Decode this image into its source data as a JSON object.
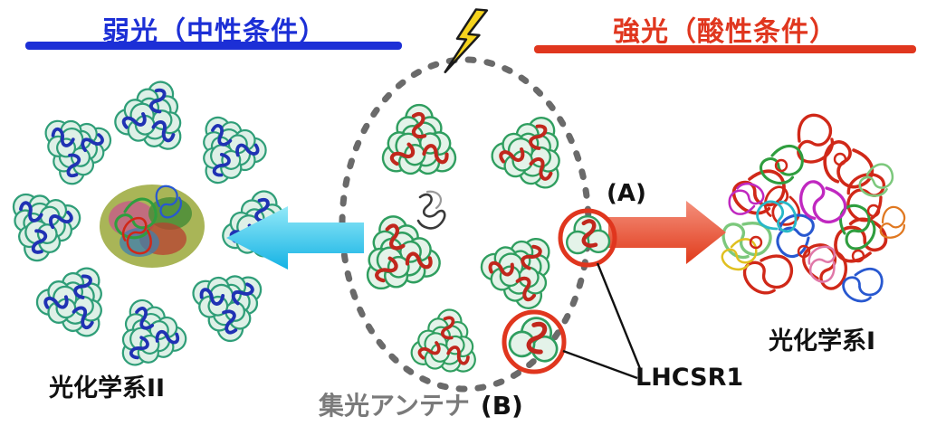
{
  "titles": {
    "left": "弱光（中性条件）",
    "right": "強光（酸性条件）"
  },
  "labels": {
    "psii": "光化学系II",
    "psi": "光化学系I",
    "antenna": "集光アンテナ",
    "marker_a": "(A)",
    "marker_b": "(B)",
    "lhcsr1": "LHCSR1"
  },
  "colors": {
    "left_title": "#1c2fd6",
    "right_title": "#e0361e",
    "left_arrow": "#2bc0ec",
    "right_arrow": "#e8472b",
    "antenna_label": "#7a7a7a",
    "highlight_circle": "#e0361e",
    "dashed_ellipse": "#6a6a6a",
    "lightning": "#f6d41e"
  }
}
